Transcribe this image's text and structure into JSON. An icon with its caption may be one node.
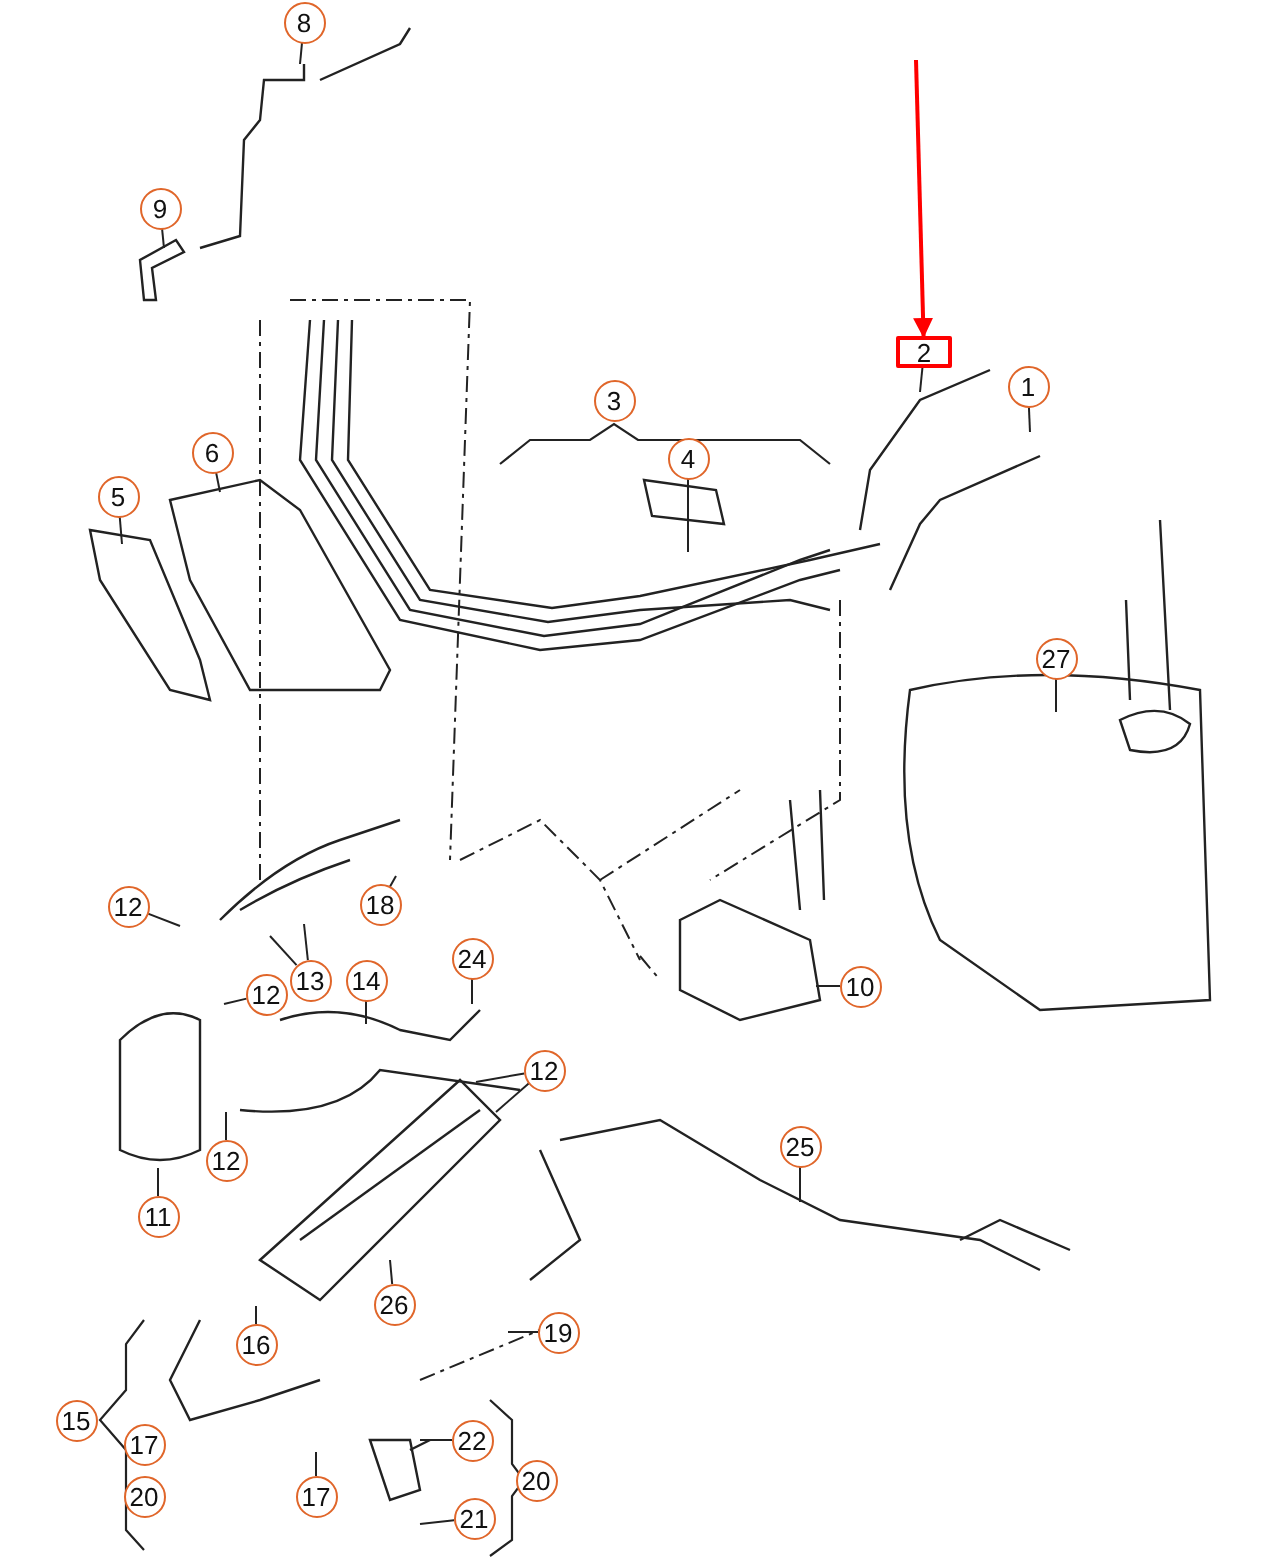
{
  "diagram": {
    "nodes": [
      {
        "text": [
          "8"
        ]
      },
      {
        "text": [
          "9"
        ]
      },
      {
        "text": [
          "2"
        ]
      },
      {
        "text": [
          "1"
        ]
      },
      {
        "text": [
          "3"
        ]
      },
      {
        "text": [
          "4"
        ]
      },
      {
        "text": [
          "6"
        ]
      },
      {
        "text": [
          "5"
        ]
      },
      {
        "text": [
          "27"
        ]
      },
      {
        "text": [
          "12"
        ]
      },
      {
        "text": [
          "18"
        ]
      },
      {
        "text": [
          "13"
        ]
      },
      {
        "text": [
          "14"
        ]
      },
      {
        "text": [
          "24"
        ]
      },
      {
        "text": [
          "10"
        ]
      },
      {
        "text": [
          "12"
        ]
      },
      {
        "text": [
          "12"
        ]
      },
      {
        "text": [
          "12"
        ]
      },
      {
        "text": [
          "25"
        ]
      },
      {
        "text": [
          "11"
        ]
      },
      {
        "text": [
          "26"
        ]
      },
      {
        "text": [
          "16"
        ]
      },
      {
        "text": [
          "19"
        ]
      },
      {
        "text": [
          "15"
        ]
      },
      {
        "text": [
          "17"
        ]
      },
      {
        "text": [
          "22"
        ]
      },
      {
        "text": [
          "20"
        ]
      },
      {
        "text": [
          "17"
        ]
      },
      {
        "text": [
          "20"
        ]
      },
      {
        "text": [
          "21"
        ]
      }
    ],
    "edges": [
      {
        "from": 0,
        "to": null,
        "arrow": "none"
      },
      {
        "from": 1,
        "to": null,
        "arrow": "none"
      },
      {
        "from": null,
        "to": 2,
        "arrow": "to",
        "color": "#ff0000"
      },
      {
        "from": 2,
        "to": null,
        "arrow": "none"
      },
      {
        "from": 3,
        "to": null,
        "arrow": "none"
      },
      {
        "from": 5,
        "to": null,
        "arrow": "none"
      },
      {
        "from": 6,
        "to": null,
        "arrow": "none"
      },
      {
        "from": 7,
        "to": null,
        "arrow": "none"
      },
      {
        "from": 8,
        "to": null,
        "arrow": "none"
      },
      {
        "from": 9,
        "to": null,
        "arrow": "none"
      },
      {
        "from": 10,
        "to": null,
        "arrow": "none"
      },
      {
        "from": 11,
        "to": null,
        "arrow": "none"
      },
      {
        "from": 11,
        "to": null,
        "arrow": "none"
      },
      {
        "from": 12,
        "to": null,
        "arrow": "none"
      },
      {
        "from": 13,
        "to": null,
        "arrow": "none"
      },
      {
        "from": 14,
        "to": null,
        "arrow": "none"
      },
      {
        "from": 15,
        "to": null,
        "arrow": "none"
      },
      {
        "from": 16,
        "to": null,
        "arrow": "none"
      },
      {
        "from": 16,
        "to": null,
        "arrow": "none"
      },
      {
        "from": 17,
        "to": null,
        "arrow": "none"
      },
      {
        "from": 18,
        "to": null,
        "arrow": "none"
      },
      {
        "from": 19,
        "to": null,
        "arrow": "none"
      },
      {
        "from": 20,
        "to": null,
        "arrow": "none"
      },
      {
        "from": 21,
        "to": null,
        "arrow": "none"
      },
      {
        "from": 22,
        "to": null,
        "arrow": "none"
      },
      {
        "from": 25,
        "to": null,
        "arrow": "none"
      },
      {
        "from": 27,
        "to": null,
        "arrow": "none"
      },
      {
        "from": 29,
        "to": null,
        "arrow": "none"
      }
    ]
  }
}
